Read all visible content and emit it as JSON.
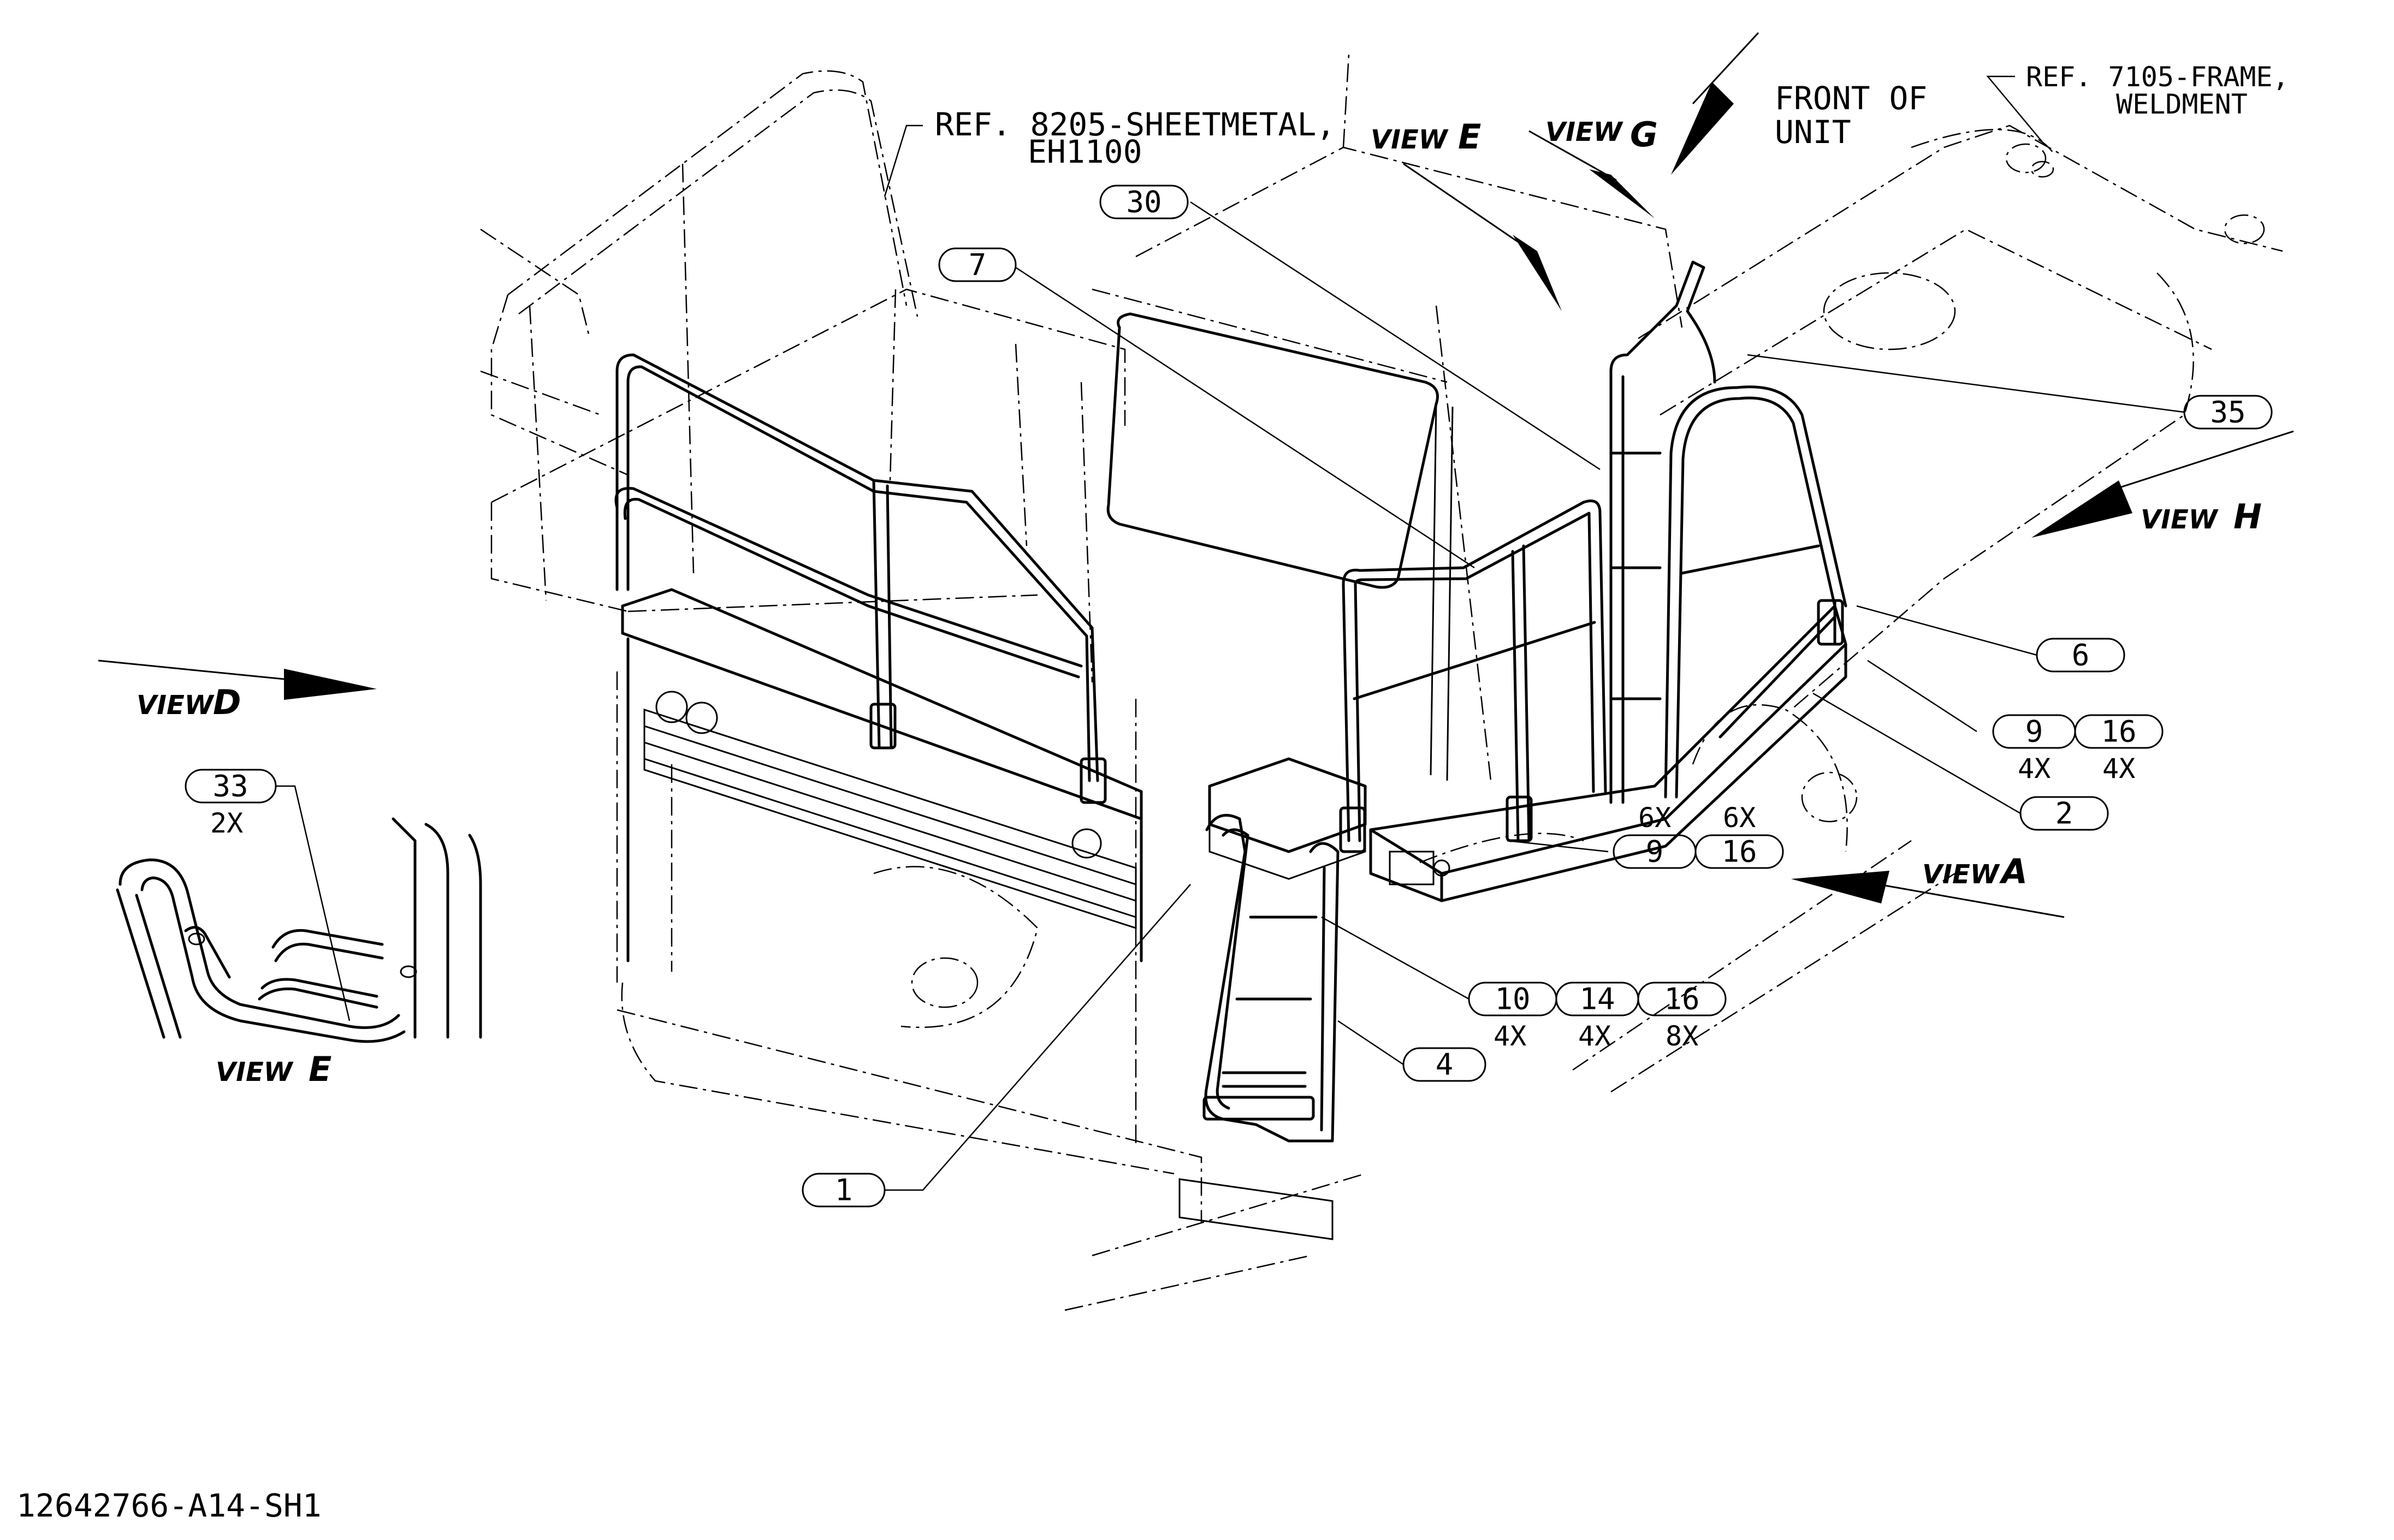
{
  "drawing": {
    "drawing_number": "12642766-A14-SH1",
    "references": [
      {
        "id": "ref-sheetmetal",
        "lines": [
          "REF. 8205-SHEETMETAL,",
          "EH1100"
        ]
      },
      {
        "id": "ref-frame",
        "lines": [
          "REF. 7105-FRAME,",
          "WELDMENT"
        ]
      }
    ],
    "front_of_unit": [
      "FRONT OF",
      "UNIT"
    ],
    "views": {
      "e_top": {
        "prefix": "VIEW",
        "letter": "E"
      },
      "g": {
        "prefix": "VIEW",
        "letter": "G"
      },
      "h": {
        "prefix": "VIEW",
        "letter": "H"
      },
      "d": {
        "prefix": "VIEW",
        "letter": "D"
      },
      "a": {
        "prefix": "VIEW",
        "letter": "A"
      },
      "e_detail": {
        "prefix": "VIEW",
        "letter": "E"
      }
    },
    "balloons": [
      {
        "name": "balloon-30",
        "label": "30",
        "qty": ""
      },
      {
        "name": "balloon-7",
        "label": "7",
        "qty": ""
      },
      {
        "name": "balloon-35",
        "label": "35",
        "qty": ""
      },
      {
        "name": "balloon-6",
        "label": "6",
        "qty": ""
      },
      {
        "name": "balloon-9-right",
        "label": "9",
        "qty": "4X"
      },
      {
        "name": "balloon-16-right",
        "label": "16",
        "qty": "4X"
      },
      {
        "name": "balloon-2",
        "label": "2",
        "qty": ""
      },
      {
        "name": "balloon-9-mid",
        "label": "9",
        "qty": "6X"
      },
      {
        "name": "balloon-16-mid",
        "label": "16",
        "qty": "6X"
      },
      {
        "name": "balloon-10",
        "label": "10",
        "qty": "4X"
      },
      {
        "name": "balloon-14",
        "label": "14",
        "qty": "4X"
      },
      {
        "name": "balloon-16-low",
        "label": "16",
        "qty": "8X"
      },
      {
        "name": "balloon-4",
        "label": "4",
        "qty": ""
      },
      {
        "name": "balloon-1",
        "label": "1",
        "qty": ""
      },
      {
        "name": "balloon-33",
        "label": "33",
        "qty": "2X"
      }
    ]
  }
}
